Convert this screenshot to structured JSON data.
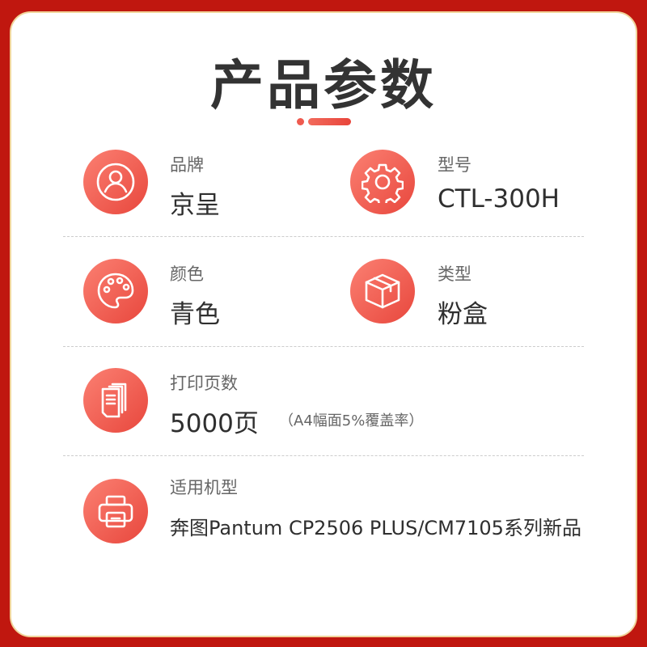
{
  "title": "产品参数",
  "items": [
    {
      "label": "品牌",
      "value": "京呈",
      "icon": "user-icon"
    },
    {
      "label": "型号",
      "value": "CTL-300H",
      "icon": "gear-icon"
    },
    {
      "label": "颜色",
      "value": "青色",
      "icon": "palette-icon"
    },
    {
      "label": "类型",
      "value": "粉盒",
      "icon": "box-icon"
    },
    {
      "label": "打印页数",
      "value": "5000页",
      "note": "（A4幅面5%覆盖率）",
      "icon": "documents-icon"
    },
    {
      "label": "适用机型",
      "value": "奔图Pantum CP2506 PLUS/CM7105系列新品",
      "icon": "printer-icon"
    }
  ],
  "colors": {
    "frame": "#c0170f",
    "accent": "#e8453b"
  }
}
